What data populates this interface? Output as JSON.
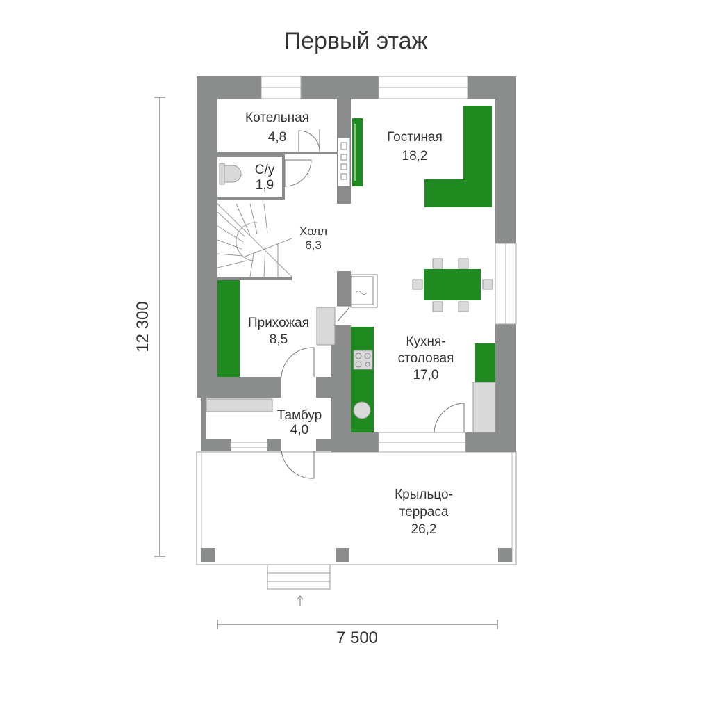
{
  "title": "Первый этаж",
  "dimensions": {
    "height": "12 300",
    "width": "7 500"
  },
  "rooms": [
    {
      "name": "Котельная",
      "area": "4,8"
    },
    {
      "name": "Гостиная",
      "area": "18,2"
    },
    {
      "name": "С/у",
      "area": "1,9"
    },
    {
      "name": "Холл",
      "area": "6,3"
    },
    {
      "name": "Прихожая",
      "area": "8,5"
    },
    {
      "name": "Кухня-",
      "name2": "столовая",
      "area": "17,0"
    },
    {
      "name": "Тамбур",
      "area": "4,0"
    },
    {
      "name": "Крыльцо-",
      "name2": "терраса",
      "area": "26,2"
    }
  ],
  "colors": {
    "wall": "#8b8d8c",
    "furniture": "#1f8a1f",
    "fixture": "#d9d9d9"
  }
}
